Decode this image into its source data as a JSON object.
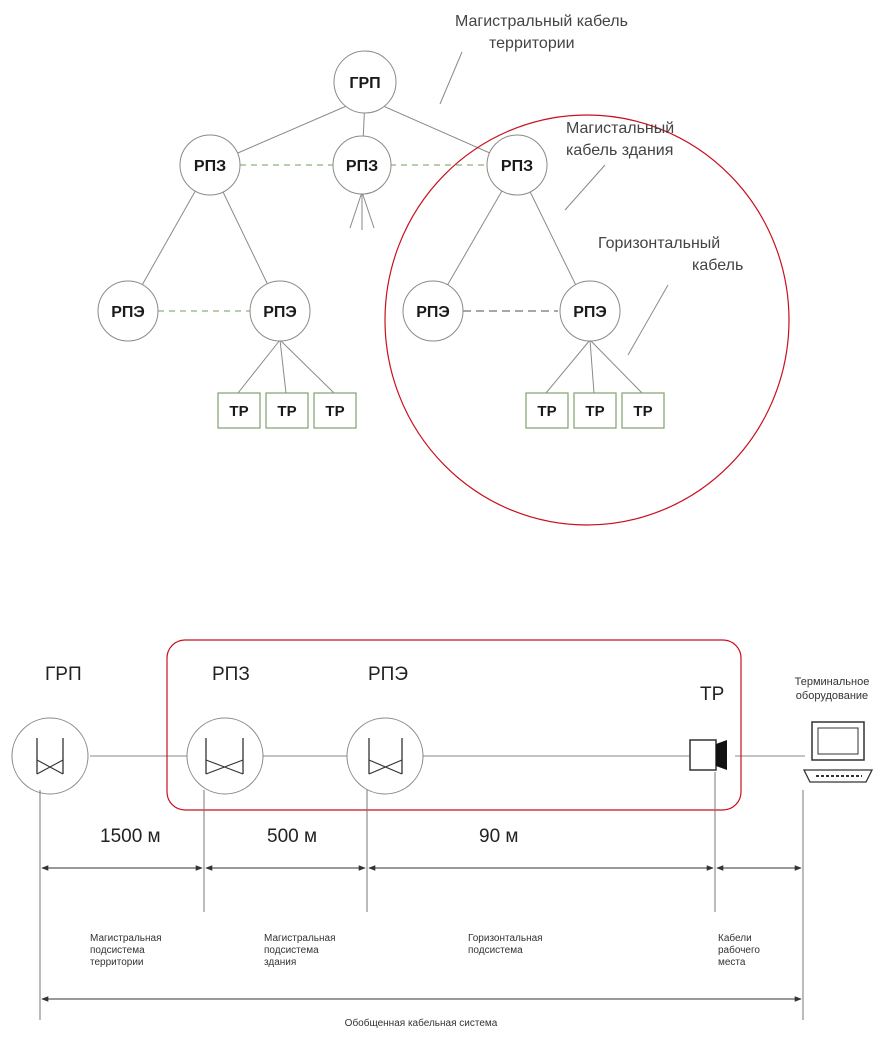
{
  "tree": {
    "root": "ГРП",
    "building": [
      "РПЗ",
      "РПЗ",
      "РПЗ"
    ],
    "floor": [
      "РПЭ",
      "РПЭ",
      "РПЭ",
      "РПЭ"
    ],
    "tr": [
      "ТР",
      "ТР",
      "ТР",
      "ТР",
      "ТР",
      "ТР"
    ],
    "callouts": {
      "campus_backbone_1": "Магистральный кабель",
      "campus_backbone_2": "территории",
      "building_backbone_1": "Магистальный",
      "building_backbone_2": "кабель здания",
      "horizontal_1": "Горизонтальный",
      "horizontal_2": "кабель"
    }
  },
  "linear": {
    "nodes": {
      "grp": "ГРП",
      "rpz": "РПЗ",
      "rpe": "РПЭ",
      "tr": "ТР"
    },
    "terminal_1": "Терминальное",
    "terminal_2": "оборудование",
    "distances": {
      "d1": "1500 м",
      "d2": "500 м",
      "d3": "90 м"
    },
    "subsystems": {
      "campus_1": "Магистральная",
      "campus_2": "подсистема",
      "campus_3": "территории",
      "building_1": "Магистральная",
      "building_2": "подсистема",
      "building_3": "здания",
      "horizontal_1": "Горизонтальная",
      "horizontal_2": "подсистема",
      "workplace_1": "Кабели",
      "workplace_2": "рабочего",
      "workplace_3": "места"
    },
    "overall": "Обобщенная кабельная система"
  },
  "colors": {
    "highlight": "#c8101e",
    "dash": "#9fbf8f",
    "line": "#8a8a8a"
  }
}
